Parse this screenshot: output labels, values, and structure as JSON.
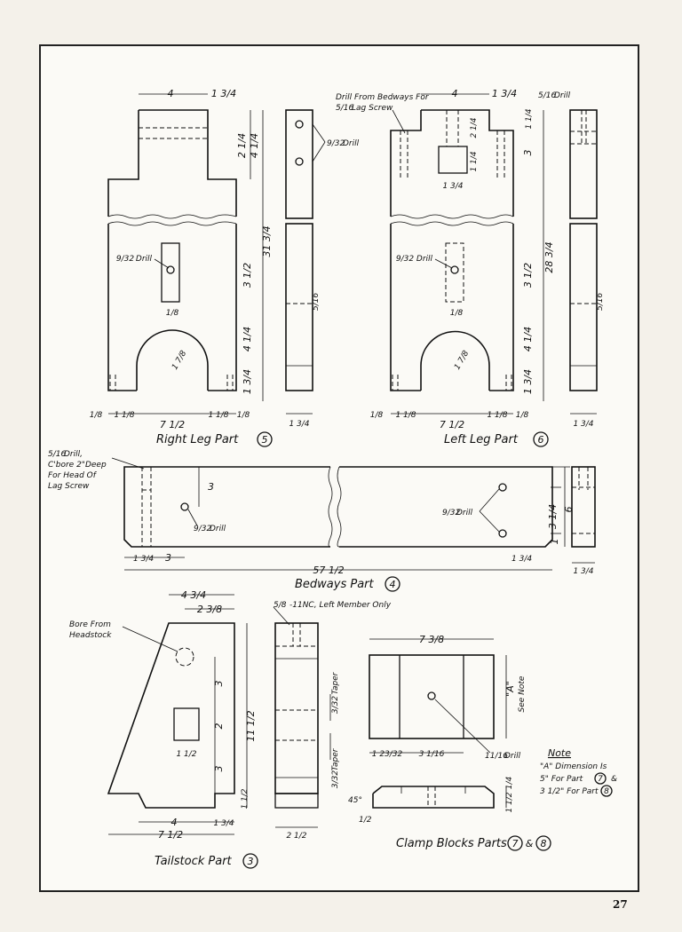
{
  "page_number": "27",
  "right_leg": {
    "caption": "Right Leg Part",
    "part_no": "5",
    "dims": {
      "top_w": "4",
      "top_w2": "1 3/4",
      "h_a": "2 1/4",
      "h_b": "4 1/4",
      "h_total": "31 3/4",
      "slot": "3 1/2",
      "d1": "4 1/4",
      "d2": "1 3/4",
      "slot_w": "1/8",
      "radius": "1 7/8",
      "w_total": "7 1/2",
      "left_a": "1/8",
      "left_b": "1 1/8",
      "right_a": "1 1/8",
      "right_b": "1/8",
      "side_w": "1 3/4",
      "side_n": "5/16"
    },
    "drill1": "Drill",
    "drill1_size": "9/32",
    "drill2": "Drill",
    "drill2_size": "9/32"
  },
  "left_leg": {
    "caption": "Left Leg Part",
    "part_no": "6",
    "note": "Drill From Bedways For",
    "note2": "Lag Screw",
    "note_size": "5/16",
    "drill_top": "Drill",
    "drill_top_size": "5/16",
    "dims": {
      "top_w": "4",
      "top_w2": "1 3/4",
      "d_a": "1 1/4",
      "d_b": "2 1/4",
      "d_c": "1 1/4",
      "d_d": "3",
      "d_e": "1 3/4",
      "h_total": "28 3/4",
      "slot": "3 1/2",
      "d1": "4 1/4",
      "d2": "1 3/4",
      "radius": "1 7/8",
      "w_total": "7 1/2",
      "left_a": "1/8",
      "left_b": "1 1/8",
      "right_a": "1 1/8",
      "right_b": "1/8",
      "side_w": "1 3/4",
      "side_n": "5/16",
      "slot_w": "1/8"
    },
    "drill1": "Drill",
    "drill1_size": "9/32"
  },
  "bedways": {
    "caption": "Bedways Part",
    "part_no": "4",
    "note": "Drill,",
    "note_size": "5/16",
    "note2": "C'bore 2\"Deep",
    "note3": "For Head Of",
    "note4": "Lag Screw",
    "drill_left": "Drill",
    "drill_left_size": "9/32",
    "drill_right": "Drill",
    "drill_right_size": "9/32",
    "dims": {
      "h3": "3",
      "left_a": "1 3/4",
      "left_b": "3",
      "total": "57 1/2",
      "right_a": "1 3/4",
      "h_34": "3 1/4",
      "h_6": "6",
      "h_1": "1",
      "side": "1 3/4"
    }
  },
  "tailstock": {
    "caption": "Tailstock Part",
    "part_no": "3",
    "bore_note": "Bore From",
    "bore_note2": "Headstock",
    "tap_note": "-11NC, Left Member Only",
    "tap_size": "5/8",
    "dims": {
      "top_w": "4 3/4",
      "top_w2": "2 3/8",
      "v3a": "3",
      "v2": "2",
      "v3b": "3",
      "h_total": "11 1/2",
      "slot_w": "1 1/2",
      "foot": "1 1/2",
      "w4": "4",
      "w134": "1 3/4",
      "w_total": "7 1/2",
      "side_w": "2 1/2",
      "taper1": "Taper",
      "taper1_size": "3/32",
      "taper2": "Taper",
      "taper2_size": "3/32"
    }
  },
  "clamp": {
    "caption": "Clamp Blocks Parts",
    "part_a": "7",
    "part_b": "8",
    "see_note": "\"A\"",
    "see_note2": "See Note",
    "drill": "Drill",
    "drill_size": "11/16",
    "angle": "45°",
    "dims": {
      "top": "7 3/8",
      "left": "1 23/32",
      "mid": "3 1/16",
      "h_a": "1/4",
      "h_b": "1 1/2",
      "small": "1/2"
    }
  },
  "note": {
    "title": "Note",
    "line1": "\"A\" Dimension Is",
    "line2": "5\" For Part",
    "line2_part": "7",
    "line2_tail": "&",
    "line3": "3 1/2\" For Part",
    "line3_part": "8"
  }
}
